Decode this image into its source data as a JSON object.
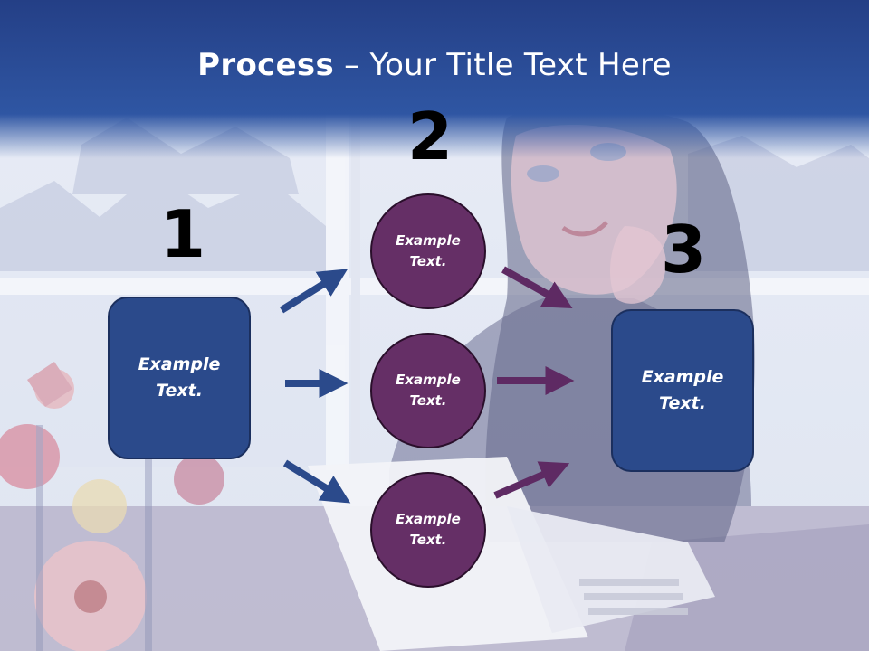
{
  "title": {
    "bold": "Process",
    "rest": " – Your Title Text Here"
  },
  "steps": [
    "1",
    "2",
    "3"
  ],
  "nodes": {
    "left_box": "Example\nText.",
    "circles": [
      "Example\nText.",
      "Example\nText.",
      "Example\nText."
    ],
    "right_box": "Example\nText."
  },
  "colors": {
    "box": "#2b4a8b",
    "circle": "#652f66",
    "arrow_blue": "#2b4a8b",
    "arrow_purple": "#5e2a63",
    "header": "#2a4f98"
  }
}
